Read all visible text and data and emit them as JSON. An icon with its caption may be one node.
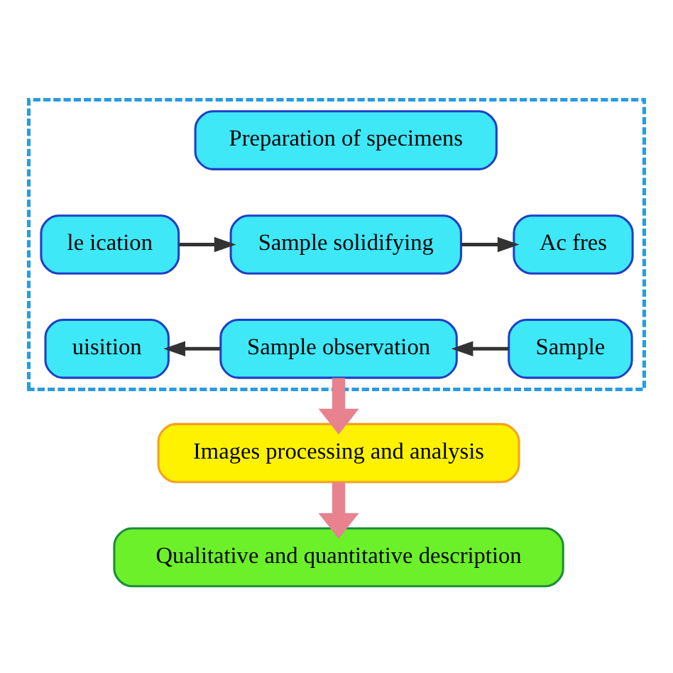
{
  "diagram": {
    "nodes": [
      {
        "text": [],
        "shape": "box"
      },
      {
        "text": [
          "Preparation of specimens"
        ],
        "in": 0
      },
      {
        "text": [
          "le ication"
        ],
        "in": 0
      },
      {
        "text": [
          "Sample solidifying"
        ],
        "in": 0
      },
      {
        "text": [
          "Ac fres"
        ],
        "in": 0
      },
      {
        "text": [
          "uisition"
        ],
        "in": 0
      },
      {
        "text": [
          "Sample observation"
        ],
        "in": 0
      },
      {
        "text": [
          "Sample"
        ],
        "in": 0
      },
      {
        "text": [
          "Images processing and analysis"
        ]
      },
      {
        "text": [
          "Qualitative and quantitative description"
        ]
      }
    ],
    "edges": [
      {
        "from": 2,
        "to": 3,
        "arrow": "to"
      },
      {
        "from": 3,
        "to": 4,
        "arrow": "to"
      },
      {
        "from": 7,
        "to": 6,
        "arrow": "to"
      },
      {
        "from": 6,
        "to": 5,
        "arrow": "to"
      },
      {
        "from": 6,
        "to": 8,
        "arrow": "to",
        "style": "thick",
        "color": "#e8828e"
      },
      {
        "from": 8,
        "to": 9,
        "arrow": "to",
        "style": "thick",
        "color": "#e8828e"
      }
    ]
  }
}
